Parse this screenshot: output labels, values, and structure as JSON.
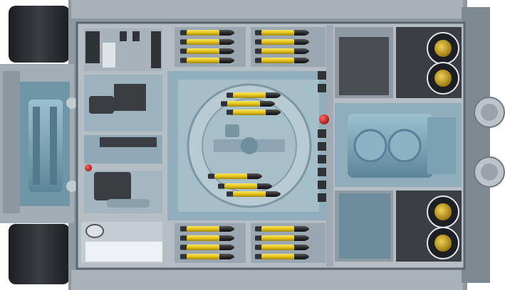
{
  "scene": {
    "subject": "tank-hull-interior-top-view-render",
    "palette": {
      "background": "#ffffff",
      "hull_gray": "#9aa4ad",
      "hull_dark": "#6e7882",
      "floor_blue": "#7d9cab",
      "floor_light": "#a3bcc7",
      "deck_gray": "#b6bec5",
      "track_black": "#2e3135",
      "dark_component": "#3b3f44",
      "shell_yellow": "#e6c419",
      "shell_tip": "#2b2b2b",
      "fan_gold": "#c8a024",
      "warning_red": "#d81e1e",
      "engine_blue": "#6f9aae",
      "pale_panel": "#e8ecef"
    }
  },
  "layout": {
    "shell_rack_rows": 4,
    "shells_per_row": 2,
    "rack_groups": 4,
    "turret_shells": 6,
    "cooling_fans": 4,
    "red_marker_count": 2
  }
}
